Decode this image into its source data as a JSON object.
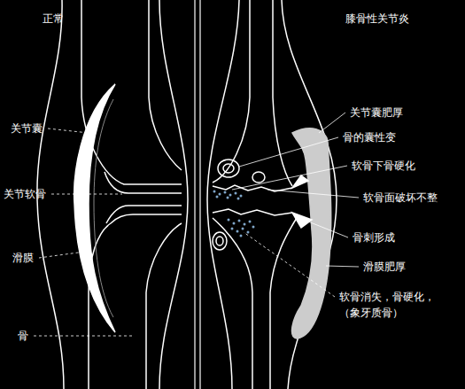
{
  "diagram": {
    "labels": [
      "正常",
      "膝骨性关节炎",
      "关节囊",
      "关节软骨",
      "滑膜",
      "骨",
      "关节囊肥厚",
      "骨的囊性变",
      "软骨下骨硬化",
      "软骨面破坏不整",
      "骨刺形成",
      "滑膜肥厚",
      "软骨消失，骨硬化， （象牙质骨）"
    ]
  }
}
